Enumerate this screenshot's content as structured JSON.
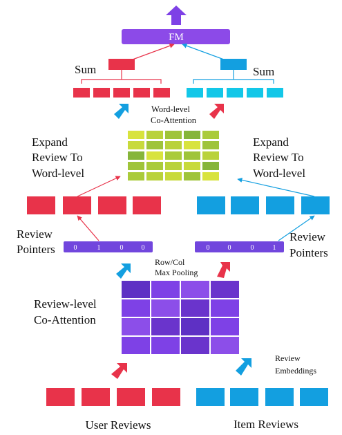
{
  "colors": {
    "user": "#e8334a",
    "item": "#139fe0",
    "purple": "#7e41e6",
    "purple_dark": "#5a2fc0",
    "fm": "#8c4ae8",
    "pointer": "#7146dd",
    "word_grid": [
      "#9fc43a",
      "#b9d23b",
      "#d8e33e",
      "#c8da3c",
      "#86b53a",
      "#aacb3a"
    ],
    "review_grid": [
      "#7e41e6",
      "#6a34cc",
      "#8c4ee9",
      "#5e30c4"
    ]
  },
  "fm": {
    "label": "FM"
  },
  "sum_left": {
    "label": "Sum"
  },
  "sum_right": {
    "label": "Sum"
  },
  "word_coattention": {
    "line1": "Word-level",
    "line2": "Co-Attention"
  },
  "expand_left": {
    "line1": "Expand",
    "line2": "Review To",
    "line3": "Word-level"
  },
  "expand_right": {
    "line1": "Expand",
    "line2": "Review To",
    "line3": "Word-level"
  },
  "review_pointers_left": {
    "line1": "Review",
    "line2": "Pointers",
    "digits": [
      "0",
      "1",
      "0",
      "0"
    ]
  },
  "review_pointers_right": {
    "line1": "Review",
    "line2": "Pointers",
    "digits": [
      "0",
      "0",
      "0",
      "1"
    ]
  },
  "pooling": {
    "line1": "Row/Col",
    "line2": "Max Pooling"
  },
  "review_coattention": {
    "line1": "Review-level",
    "line2": "Co-Attention"
  },
  "review_embeddings": {
    "line1": "Review",
    "line2": "Embeddings"
  },
  "user_reviews": {
    "label": "User Reviews"
  },
  "item_reviews": {
    "label": "Item Reviews"
  }
}
